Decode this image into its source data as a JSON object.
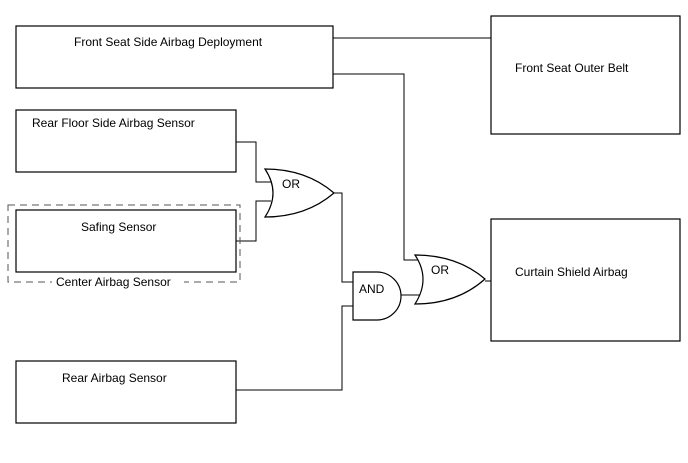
{
  "blocks": {
    "front_seat_side_airbag_deployment": "Front Seat Side Airbag Deployment",
    "front_seat_outer_belt": "Front Seat Outer Belt",
    "rear_floor_side_airbag_sensor": "Rear Floor Side Airbag Sensor",
    "safing_sensor": "Safing Sensor",
    "center_airbag_sensor": "Center Airbag Sensor",
    "rear_airbag_sensor": "Rear Airbag Sensor",
    "curtain_shield_airbag": "Curtain Shield Airbag"
  },
  "gates": {
    "or_upper": "OR",
    "and": "AND",
    "or_lower": "OR"
  }
}
